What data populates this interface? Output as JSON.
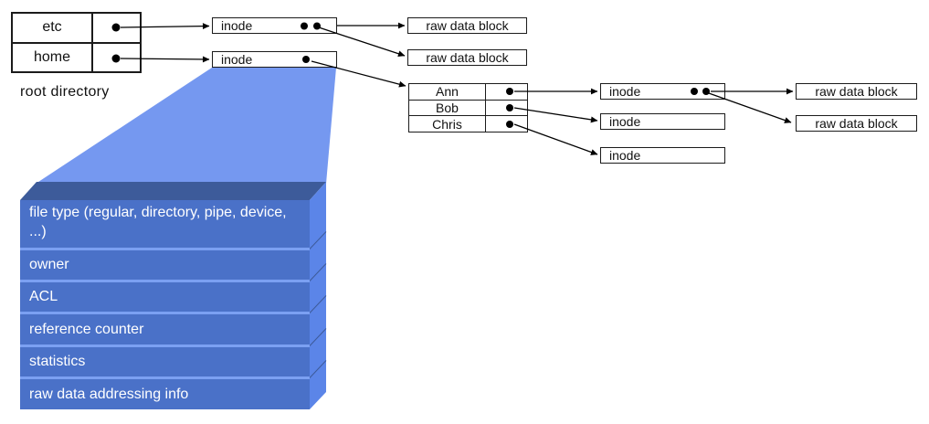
{
  "colors": {
    "funnel": "#7598F0",
    "box_front": "#4A71C8",
    "box_top": "#3D5B9A",
    "box_side": "#5B85E8",
    "row_gap": "#7BA0F2",
    "line": "#000000"
  },
  "root_directory": {
    "caption": "root directory",
    "entries": [
      "etc",
      "home"
    ]
  },
  "top_inodes": [
    "inode",
    "inode"
  ],
  "raw_blocks_top": [
    "raw data block",
    "raw data block"
  ],
  "home_dir": {
    "entries": [
      "Ann",
      "Bob",
      "Chris"
    ]
  },
  "right_inodes": [
    "inode",
    "inode",
    "inode"
  ],
  "raw_blocks_right": [
    "raw data block",
    "raw data block"
  ],
  "inode_detail": {
    "fields": [
      "file type (regular, directory, pipe, device, ...)",
      "owner",
      "ACL",
      "reference counter",
      "statistics",
      "raw data addressing info"
    ]
  }
}
